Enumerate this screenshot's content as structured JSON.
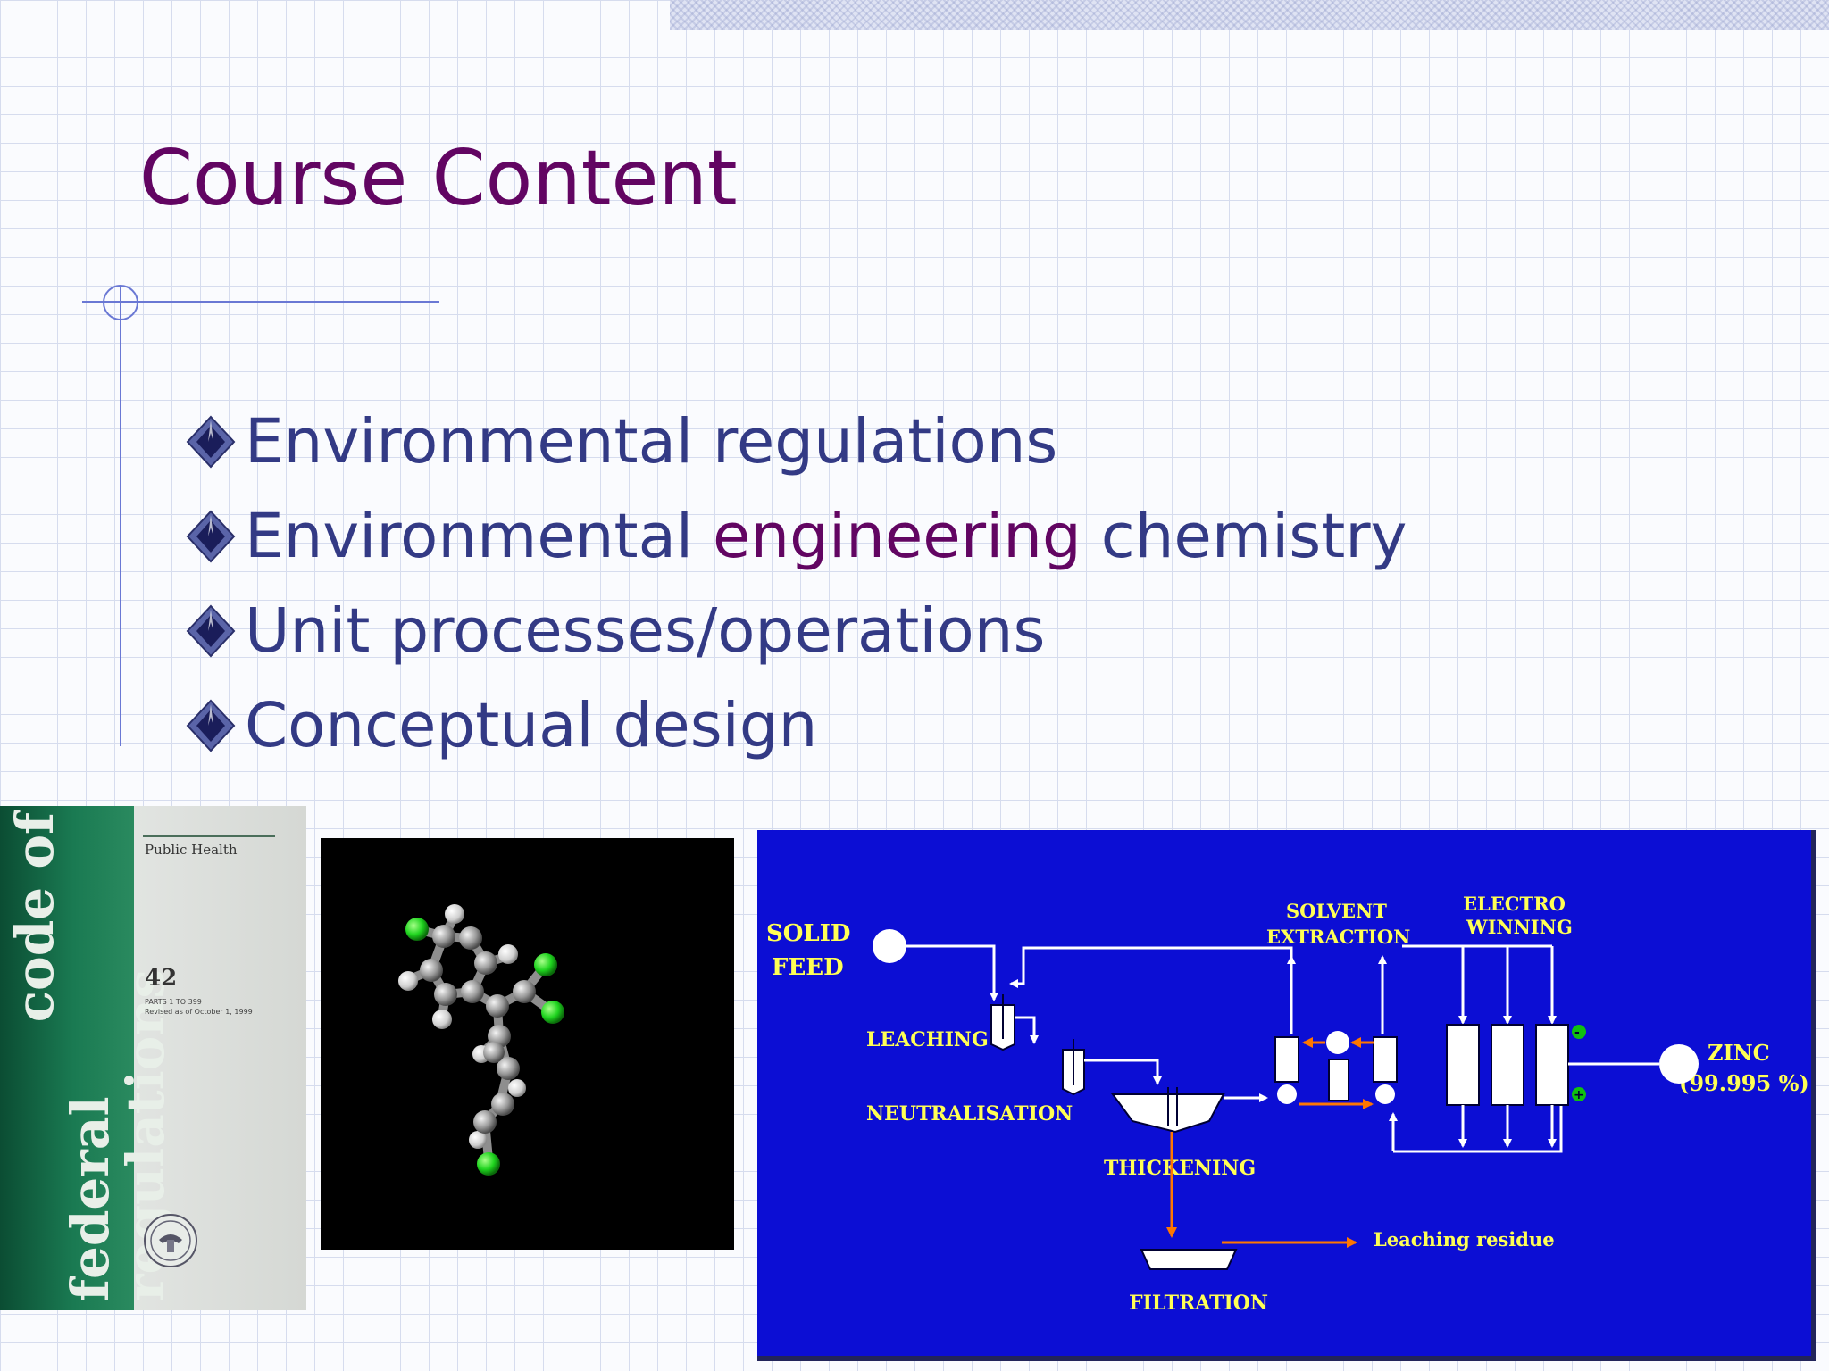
{
  "slide": {
    "title": "Course Content",
    "bullets": [
      {
        "parts": [
          "Environmental regulations"
        ]
      },
      {
        "parts": [
          "Environmental ",
          "engineering",
          " chemistry"
        ]
      },
      {
        "parts": [
          "Unit processes/operations"
        ]
      },
      {
        "parts": [
          "Conceptual design"
        ]
      }
    ]
  },
  "cfr_image": {
    "spine_line1": "code of",
    "spine_line2": "federal regulations",
    "subject": "Public Health",
    "title_number": "42",
    "parts_line1": "PARTS 1 TO 399",
    "parts_line2": "Revised as of October 1, 1999"
  },
  "flowsheet": {
    "labels": {
      "solid": "SOLID",
      "feed": "FEED",
      "leaching": "LEACHING",
      "neutralisation": "NEUTRALISATION",
      "thickening": "THICKENING",
      "filtration": "FILTRATION",
      "solvent": "SOLVENT",
      "extraction": "EXTRACTION",
      "electro": "ELECTRO",
      "winning": "WINNING",
      "zinc": "ZINC",
      "purity": "(99.995 %)",
      "residue": "Leaching residue"
    }
  },
  "colors": {
    "title": "#620562",
    "bullet_text": "#333a85",
    "accent_word": "#620562",
    "flowsheet_bg": "#0c0ed4",
    "flowsheet_label": "#ffff55",
    "flow_arrow": "#ff7700"
  }
}
